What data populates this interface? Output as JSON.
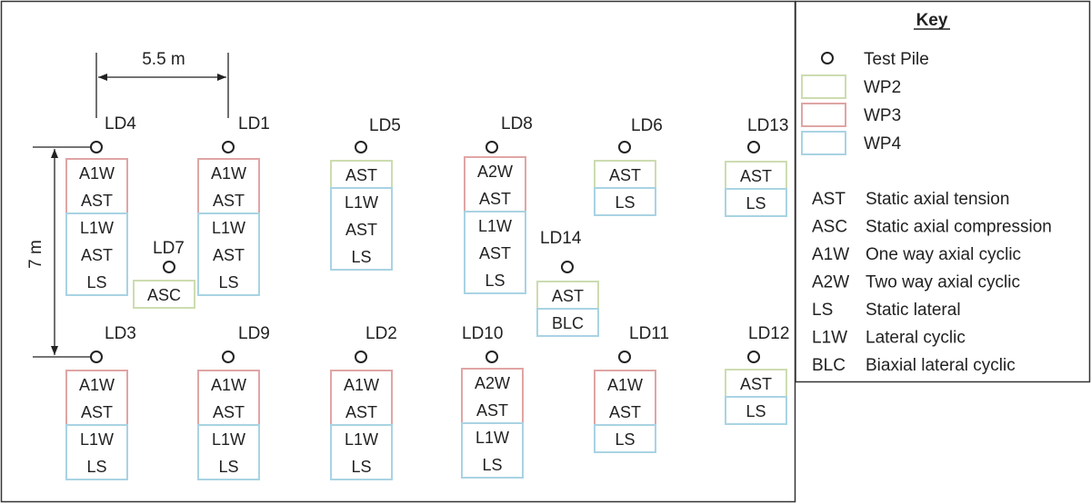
{
  "colors": {
    "WP2": "#cddcb0",
    "WP3": "#e0a5a5",
    "WP4": "#a9d3e3",
    "ink": "#222222",
    "frame": "#333333"
  },
  "dimensions": {
    "horizontal": "5.5 m",
    "vertical": "7 m"
  },
  "key": {
    "title": "Key",
    "pile_label": "Test Pile",
    "phases": [
      {
        "id": "WP2",
        "label": "WP2"
      },
      {
        "id": "WP3",
        "label": "WP3"
      },
      {
        "id": "WP4",
        "label": "WP4"
      }
    ],
    "abbreviations": [
      {
        "code": "AST",
        "desc": "Static axial tension"
      },
      {
        "code": "ASC",
        "desc": "Static axial compression"
      },
      {
        "code": "A1W",
        "desc": "One way axial cyclic"
      },
      {
        "code": "A2W",
        "desc": "Two way axial cyclic"
      },
      {
        "code": "LS",
        "desc": "Static lateral"
      },
      {
        "code": "L1W",
        "desc": "Lateral cyclic"
      },
      {
        "code": "BLC",
        "desc": "Biaxial lateral cyclic"
      }
    ]
  },
  "piles": [
    {
      "id": "LD4",
      "groups": [
        {
          "phase": "WP3",
          "tests": [
            "A1W",
            "AST"
          ]
        },
        {
          "phase": "WP4",
          "tests": [
            "L1W",
            "AST",
            "LS"
          ]
        }
      ]
    },
    {
      "id": "LD1",
      "groups": [
        {
          "phase": "WP3",
          "tests": [
            "A1W",
            "AST"
          ]
        },
        {
          "phase": "WP4",
          "tests": [
            "L1W",
            "AST",
            "LS"
          ]
        }
      ]
    },
    {
      "id": "LD5",
      "groups": [
        {
          "phase": "WP2",
          "tests": [
            "AST"
          ]
        },
        {
          "phase": "WP4",
          "tests": [
            "L1W",
            "AST",
            "LS"
          ]
        }
      ]
    },
    {
      "id": "LD8",
      "groups": [
        {
          "phase": "WP3",
          "tests": [
            "A2W",
            "AST"
          ]
        },
        {
          "phase": "WP4",
          "tests": [
            "L1W",
            "AST",
            "LS"
          ]
        }
      ]
    },
    {
      "id": "LD6",
      "groups": [
        {
          "phase": "WP2",
          "tests": [
            "AST"
          ]
        },
        {
          "phase": "WP4",
          "tests": [
            "LS"
          ]
        }
      ]
    },
    {
      "id": "LD13",
      "groups": [
        {
          "phase": "WP2",
          "tests": [
            "AST"
          ]
        },
        {
          "phase": "WP4",
          "tests": [
            "LS"
          ]
        }
      ]
    },
    {
      "id": "LD7",
      "groups": [
        {
          "phase": "WP2",
          "tests": [
            "ASC"
          ]
        }
      ]
    },
    {
      "id": "LD14",
      "groups": [
        {
          "phase": "WP2",
          "tests": [
            "AST"
          ]
        },
        {
          "phase": "WP4",
          "tests": [
            "BLC"
          ]
        }
      ]
    },
    {
      "id": "LD3",
      "groups": [
        {
          "phase": "WP3",
          "tests": [
            "A1W",
            "AST"
          ]
        },
        {
          "phase": "WP4",
          "tests": [
            "L1W",
            "LS"
          ]
        }
      ]
    },
    {
      "id": "LD9",
      "groups": [
        {
          "phase": "WP3",
          "tests": [
            "A1W",
            "AST"
          ]
        },
        {
          "phase": "WP4",
          "tests": [
            "L1W",
            "LS"
          ]
        }
      ]
    },
    {
      "id": "LD2",
      "groups": [
        {
          "phase": "WP3",
          "tests": [
            "A1W",
            "AST"
          ]
        },
        {
          "phase": "WP4",
          "tests": [
            "L1W",
            "LS"
          ]
        }
      ]
    },
    {
      "id": "LD10",
      "groups": [
        {
          "phase": "WP3",
          "tests": [
            "A2W",
            "AST"
          ]
        },
        {
          "phase": "WP4",
          "tests": [
            "L1W",
            "LS"
          ]
        }
      ]
    },
    {
      "id": "LD11",
      "groups": [
        {
          "phase": "WP3",
          "tests": [
            "A1W",
            "AST"
          ]
        },
        {
          "phase": "WP4",
          "tests": [
            "LS"
          ]
        }
      ]
    },
    {
      "id": "LD12",
      "groups": [
        {
          "phase": "WP2",
          "tests": [
            "AST"
          ]
        },
        {
          "phase": "WP4",
          "tests": [
            "LS"
          ]
        }
      ]
    }
  ]
}
